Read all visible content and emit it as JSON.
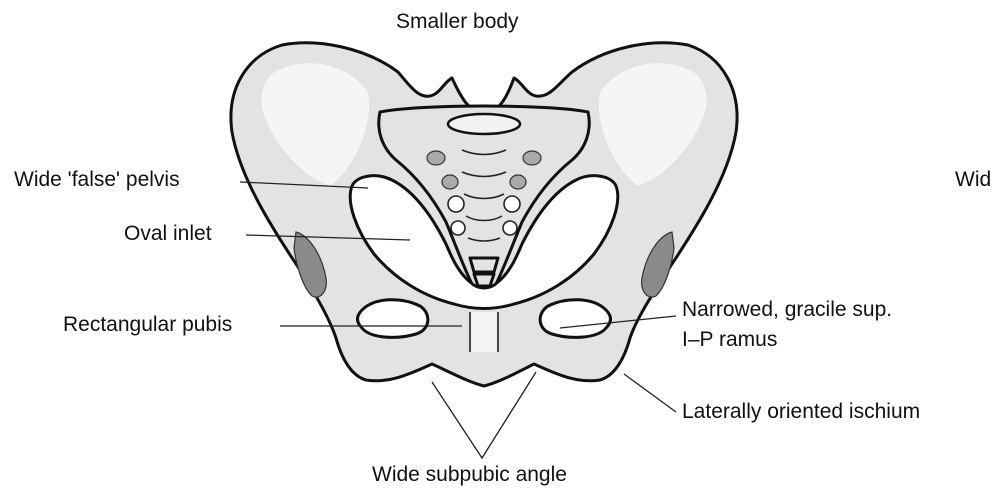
{
  "labels": {
    "smaller_body": "Smaller body",
    "false_pelvis": "Wide 'false' pelvis",
    "oval_inlet": "Oval inlet",
    "rectangular_pubis": "Rectangular pubis",
    "narrowed_line1": "Narrowed, gracile sup.",
    "narrowed_line2": "I–P ramus",
    "ischium": "Laterally oriented ischium",
    "subpubic_angle": "Wide subpubic angle",
    "cutoff_text": "Wid"
  },
  "colors": {
    "bone_fill": "#e3e3e3",
    "bone_outline": "#111111",
    "highlight": "#f5f5f5",
    "dark_region": "#8a8a8a",
    "background": "#ffffff"
  }
}
